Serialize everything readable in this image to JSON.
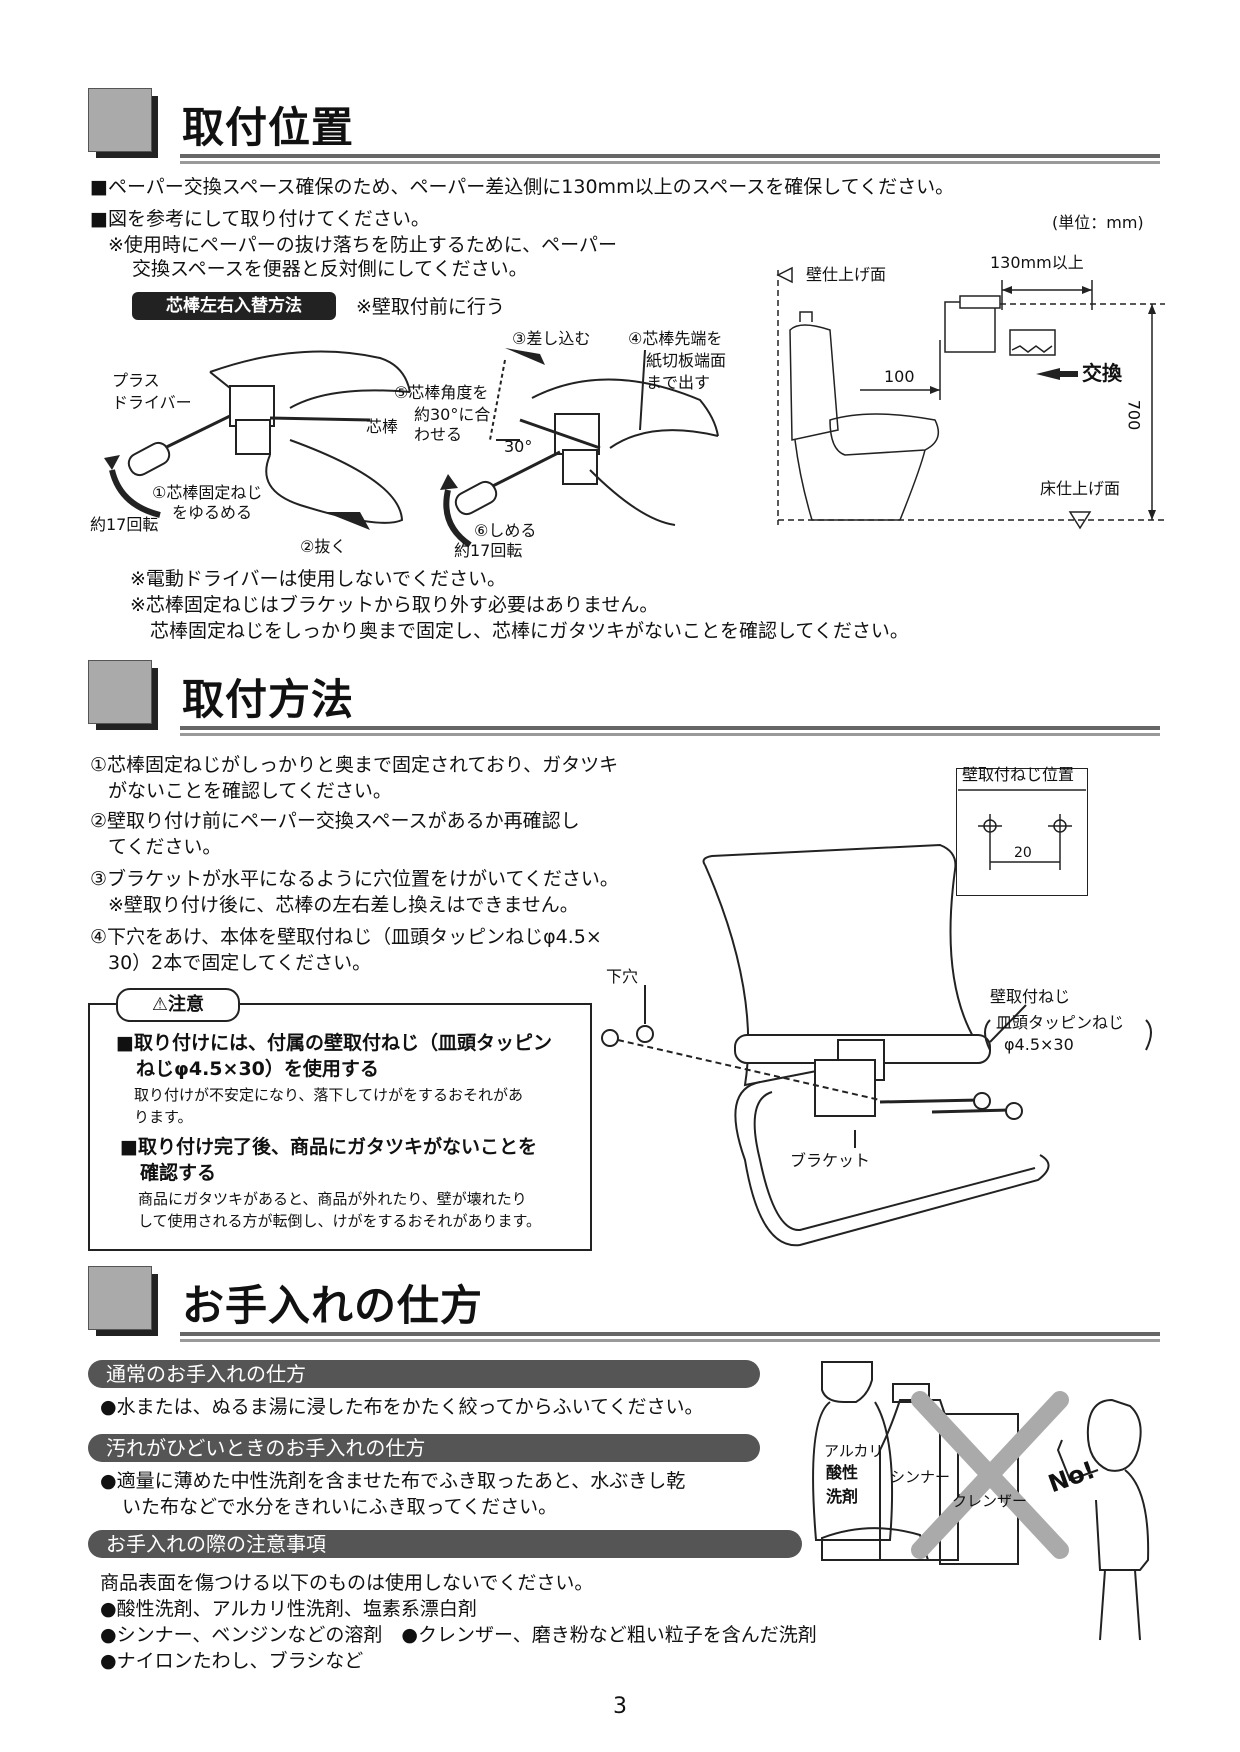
{
  "sections": {
    "s1": {
      "title": "取付位置"
    },
    "s2": {
      "title": "取付方法"
    },
    "s3": {
      "title": "お手入れの仕方"
    }
  },
  "s1": {
    "line1": "■ペーパー交換スペース確保のため、ペーパー差込側に130mm以上のスペースを確保してください。",
    "line2": "■図を参考にして取り付けてください。",
    "note1": "※使用時にペーパーの抜け落ちを防止するために、ペーパー",
    "note2": "交換スペースを便器と反対側にしてください。",
    "unit": "(単位：mm)",
    "tag": "芯棒左右入替方法",
    "tag_note": "※壁取付前に行う",
    "labels": {
      "plus_driver_1": "プラス",
      "plus_driver_2": "ドライバー",
      "shinbo": "芯棒",
      "step1a": "①芯棒固定ねじ",
      "step1b": "をゆるめる",
      "rot17a": "約17回転",
      "step2": "②抜く",
      "step3": "③差し込む",
      "step4a": "④芯棒先端を",
      "step4b": "紙切板端面",
      "step4c": "まで出す",
      "step5a": "⑤芯棒角度を",
      "step5b": "約30°に合",
      "step5c": "わせる",
      "deg30": "30°",
      "step6": "⑥しめる",
      "rot17b": "約17回転",
      "wall": "壁仕上げ面",
      "dim130": "130mm以上",
      "dim100": "100",
      "dim700": "700",
      "exchange": "交換",
      "floor": "床仕上げ面"
    },
    "notes": [
      "※電動ドライバーは使用しないでください。",
      "※芯棒固定ねじはブラケットから取り外す必要はありません。",
      "芯棒固定ねじをしっかり奥まで固定し、芯棒にガタツキがないことを確認してください。"
    ]
  },
  "s2": {
    "steps": [
      "①芯棒固定ねじがしっかりと奥まで固定されており、ガタツキ",
      "がないことを確認してください。",
      "②壁取り付け前にペーパー交換スペースがあるか再確認し",
      "てください。",
      "③ブラケットが水平になるように穴位置をけがいてください。",
      "※壁取り付け後に、芯棒の左右差し換えはできません。",
      "④下穴をあけ、本体を壁取付ねじ（皿頭タッピンねじφ4.5×",
      "30）2本で固定してください。"
    ],
    "caution_tag": "⚠注意",
    "caution": {
      "h1a": "■取り付けには、付属の壁取付ねじ（皿頭タッピン",
      "h1b": "ねじφ4.5×30）を使用する",
      "b1a": "取り付けが不安定になり、落下してけがをするおそれがあ",
      "b1b": "ります。",
      "h2a": "■取り付け完了後、商品にガタツキがないことを",
      "h2b": "確認する",
      "b2a": "商品にガタツキがあると、商品が外れたり、壁が壊れたり",
      "b2b": "して使用される方が転倒し、けがをするおそれがあります。"
    },
    "labels": {
      "screw_pos": "壁取付ねじ位置",
      "dim20": "20",
      "shita_ana": "下穴",
      "wall_screw": "壁取付ねじ",
      "screw_spec1": "皿頭タッピンねじ",
      "screw_spec2": "φ4.5×30",
      "bracket": "ブラケット"
    }
  },
  "s3": {
    "pill1": "通常のお手入れの仕方",
    "p1": "●水または、ぬるま湯に浸した布をかたく絞ってからふいてください。",
    "pill2": "汚れがひどいときのお手入れの仕方",
    "p2a": "●適量に薄めた中性洗剤を含ませた布でふき取ったあと、水ぶきし乾",
    "p2b": "いた布などで水分をきれいにふき取ってください。",
    "pill3": "お手入れの際の注意事項",
    "p3": "商品表面を傷つける以下のものは使用しないでください。",
    "b1": "●酸性洗剤、アルカリ性洗剤、塩素系漂白剤",
    "b2": "●シンナー、ベンジンなどの溶剤　●クレンザー、磨き粉など粗い粒子を含んだ洗剤",
    "b3": "●ナイロンたわし、ブラシなど",
    "illus": {
      "alkali1": "アルカリ",
      "acid": "酸性",
      "detergent": "洗剤",
      "thinner": "シンナー",
      "cleanser": "クレンザー",
      "no": "No!"
    }
  },
  "page_number": "3"
}
